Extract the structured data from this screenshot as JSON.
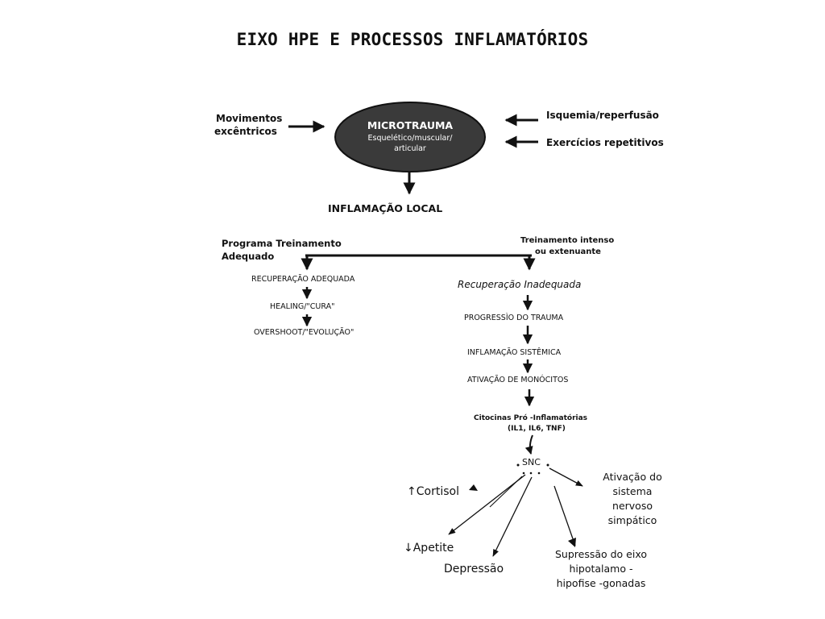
{
  "title": "EIXO HPE E PROCESSOS INFLAMATÓRIOS",
  "causes": {
    "left": [
      "Movimentos",
      "excêntricos"
    ],
    "right_top": "Isquemia/reperfusão",
    "right_bottom": "Exercícios repetitivos"
  },
  "microtrauma": {
    "title": "MICROTRAUMA",
    "sub1": "Esquelético/muscular/",
    "sub2": "articular"
  },
  "local_inflammation": "INFLAMAÇÃO LOCAL",
  "left_branch": {
    "heading": [
      "Programa Treinamento",
      "Adequado"
    ],
    "steps": [
      "RECUPERAÇÃO ADEQUADA",
      "HEALING/\"CURA\"",
      "OVERSHOOT/\"EVOLUÇÃO\""
    ]
  },
  "right_branch": {
    "heading": [
      "Treinamento intenso",
      "ou extenuante"
    ],
    "recovery": "Recuperação Inadequada",
    "steps": [
      "PROGRESSÌO DO TRAUMA",
      "INFLAMAÇÃO SISTÊMICA",
      "ATIVAÇÃO DE MONÓCITOS"
    ],
    "cytokines": [
      "Citocinas Pró -Inflamatórias",
      "(IL1, IL6, TNF)"
    ]
  },
  "cns": {
    "label": "SNC",
    "cortisol": "↑Cortisol",
    "appetite": "↓Apetite",
    "depression": "Depressão",
    "sympathetic": [
      "Ativação do",
      "sistema",
      "nervoso",
      "simpático"
    ],
    "suppression": [
      "Supressão do eixo",
      "hipotalamo -",
      "hipofise -gonadas"
    ]
  }
}
